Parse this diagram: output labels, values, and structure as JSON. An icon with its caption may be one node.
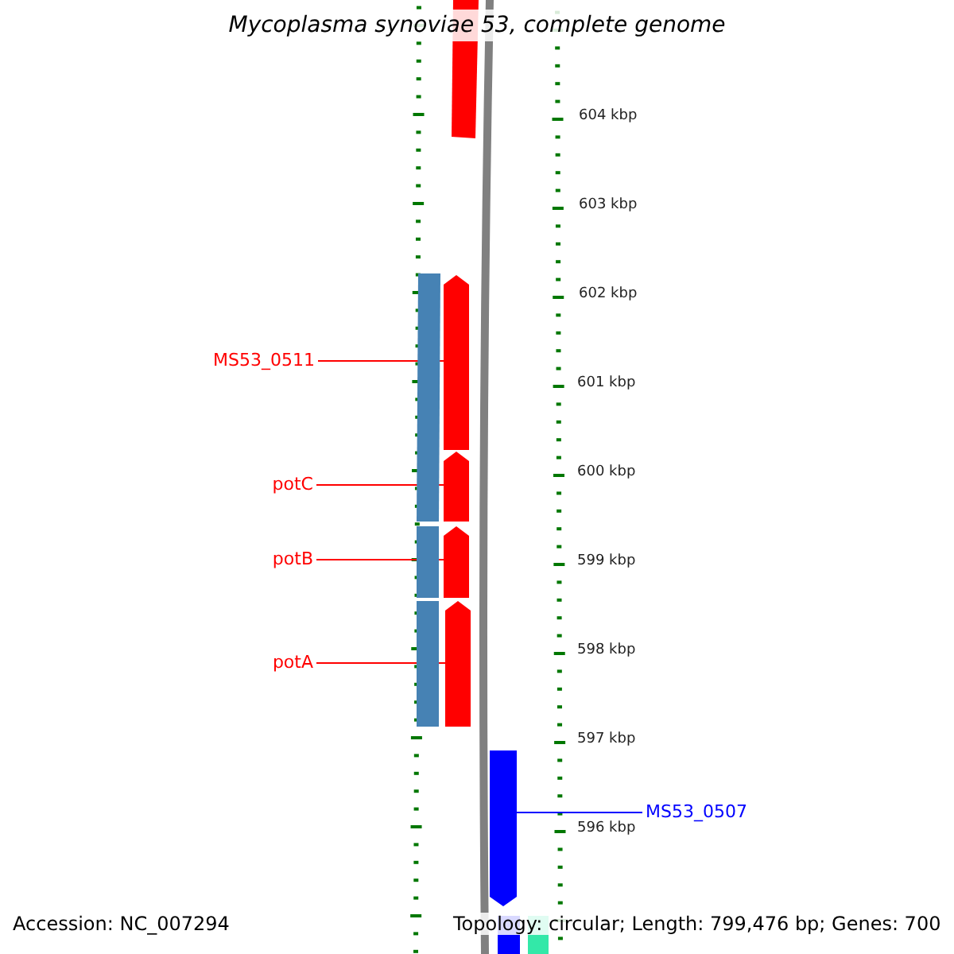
{
  "diagram": {
    "title": "Mycoplasma synoviae 53, complete genome",
    "nodes": [
      {
        "text": [
          "MS53_0511"
        ]
      },
      {
        "text": [
          "potC"
        ]
      },
      {
        "text": [
          "potB"
        ]
      },
      {
        "text": [
          "potA"
        ]
      },
      {
        "text": [
          "MS53_0507"
        ]
      },
      {
        "text": [],
        "shape": "bar"
      },
      {
        "text": [],
        "shape": "bar"
      },
      {
        "text": [],
        "shape": "bar"
      },
      {
        "text": [],
        "shape": "bar"
      },
      {
        "text": [],
        "shape": "bar"
      }
    ],
    "edges": [
      {
        "from": 0,
        "to": 5,
        "arrow": "none"
      },
      {
        "from": 1,
        "to": 6,
        "arrow": "none"
      },
      {
        "from": 2,
        "to": 7,
        "arrow": "none"
      },
      {
        "from": 3,
        "to": 8,
        "arrow": "none"
      },
      {
        "from": 4,
        "to": 9,
        "arrow": "none",
        "color": "#0000ff"
      }
    ],
    "labels": [
      "604 kbp",
      "603 kbp",
      "602 kbp",
      "601 kbp",
      "600 kbp",
      "599 kbp",
      "598 kbp",
      "597 kbp",
      "596 kbp",
      "Accession: NC_007294",
      "Topology: circular; Length: 799,476 bp; Genes: 700"
    ]
  }
}
